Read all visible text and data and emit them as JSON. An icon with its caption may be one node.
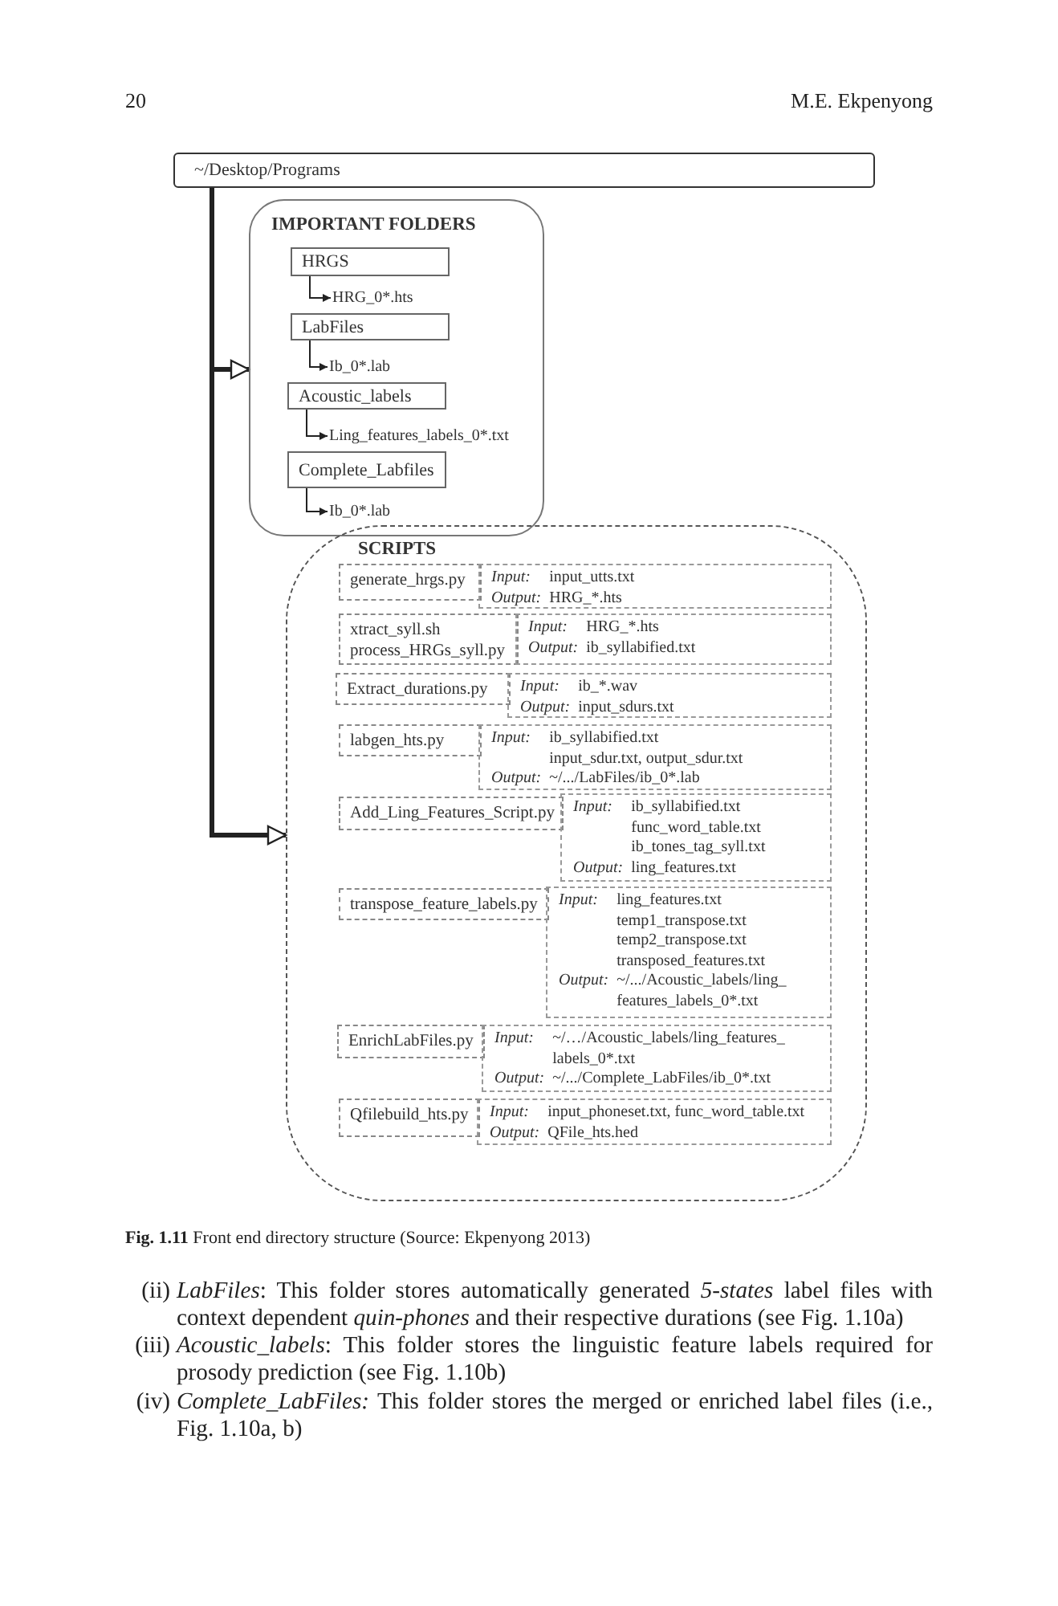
{
  "diagram": {
    "caption": "**Fig. 1.11** Front end directory structure (Source: Ekpenyong 2013)",
    "nodes": [
      {
        "text": [
          "~/Desktop/Programs"
        ]
      },
      {
        "text": [
          "IMPORTANT FOLDERS"
        ]
      },
      {
        "text": [
          "HRGS"
        ],
        "in": 1
      },
      {
        "text": [
          "HRG_0*.hts"
        ],
        "in": 1
      },
      {
        "text": [
          "LabFiles"
        ],
        "in": 1
      },
      {
        "text": [
          "Ib_0*.lab"
        ],
        "in": 1
      },
      {
        "text": [
          "Acoustic_labels"
        ],
        "in": 1
      },
      {
        "text": [
          "Ling_features_labels_0*.txt"
        ],
        "in": 1
      },
      {
        "text": [
          "Complete_Labfiles"
        ],
        "in": 1
      },
      {
        "text": [
          "Ib_0*.lab"
        ],
        "in": 1
      },
      {
        "text": [
          "SCRIPTS"
        ]
      },
      {
        "text": [
          "generate_hrgs.py"
        ],
        "in": 10
      },
      {
        "text": [
          "Input:",
          "input_utts.txt",
          "Output:",
          "HRG_*.hts"
        ],
        "in": 10
      },
      {
        "text": [
          "xtract_syll.sh",
          "process_HRGs_syll.py"
        ],
        "in": 10
      },
      {
        "text": [
          "Input:",
          "HRG_*.hts",
          "Output:",
          "ib_syllabified.txt"
        ],
        "in": 10
      },
      {
        "text": [
          "Extract_durations.py"
        ],
        "in": 10
      },
      {
        "text": [
          "Input:",
          "ib_*.wav",
          "Output:",
          "input_sdurs.txt"
        ],
        "in": 10
      },
      {
        "text": [
          "labgen_hts.py"
        ],
        "in": 10
      },
      {
        "text": [
          "Input:",
          "ib_syllabified.txt",
          "input_sdur.txt, output_sdur.txt",
          "Output:",
          "~/.../LabFiles/ib_0*.lab"
        ],
        "in": 10
      },
      {
        "text": [
          "Add_Ling_Features_Script.py"
        ],
        "in": 10
      },
      {
        "text": [
          "Input:",
          "ib_syllabified.txt",
          "func_word_table.txt",
          "ib_tones_tag_syll.txt",
          "Output:",
          "ling_features.txt"
        ],
        "in": 10
      },
      {
        "text": [
          "transpose_feature_labels.py"
        ],
        "in": 10
      },
      {
        "text": [
          "Input:",
          "ling_features.txt",
          "temp1_transpose.txt",
          "temp2_transpose.txt",
          "transposed_features.txt",
          "Output:",
          "~/.../Acoustic_labels/ling_ features_labels_0*.txt"
        ],
        "in": 10
      },
      {
        "text": [
          "EnrichLabFiles.py"
        ],
        "in": 10
      },
      {
        "text": [
          "Input:",
          "~/…/Acoustic_labels/ling_features_ labels_0*.txt",
          "Output:",
          "~/.../Complete_LabFiles/ib_0*.txt"
        ],
        "in": 10
      },
      {
        "text": [
          "Qfilebuild_hts.py"
        ],
        "in": 10
      },
      {
        "text": [
          "Input:",
          "input_phoneset.txt, func_word_table.txt",
          "Output:",
          "QFile_hts.hed"
        ],
        "in": 10
      }
    ],
    "edges": [
      {
        "from": 0,
        "to": 1,
        "arrow": "to",
        "style": "thick"
      },
      {
        "from": 0,
        "to": 10,
        "arrow": "to",
        "style": "thick"
      },
      {
        "from": 2,
        "to": 3,
        "arrow": "to"
      },
      {
        "from": 4,
        "to": 5,
        "arrow": "to"
      },
      {
        "from": 6,
        "to": 7,
        "arrow": "to"
      },
      {
        "from": 8,
        "to": 9,
        "arrow": "to"
      }
    ],
    "labels": [
      "20",
      "M.E. Ekpenyong",
      "(ii)",
      "*LabFiles*: This folder stores automatically generated *5-states* label files with context dependent *quin-phones* and their respective durations (see Fig. 1.10a)",
      "(iii)",
      "*Acoustic_labels*: This folder stores the linguistic feature labels required for prosody prediction (see Fig. 1.10b)",
      "(iv)",
      "*Complete_LabFiles:* This folder stores the merged or enriched label files (i.e., Fig. 1.10a, b)"
    ]
  }
}
